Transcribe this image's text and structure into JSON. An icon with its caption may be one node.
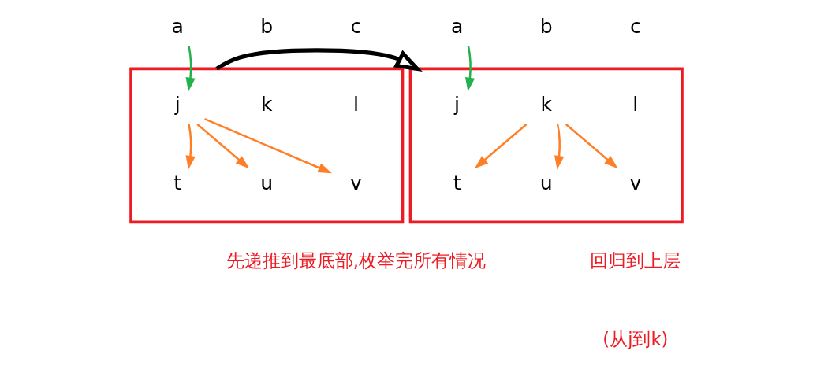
{
  "diagram": {
    "nodes": [
      {
        "text": [
          "a"
        ]
      },
      {
        "text": [
          "b"
        ]
      },
      {
        "text": [
          "c"
        ]
      },
      {
        "text": [],
        "shape": "box",
        "beside": [
          "先递推到最底部,枚举完所有情况"
        ]
      },
      {
        "text": [
          "j"
        ],
        "in": 3
      },
      {
        "text": [
          "k"
        ],
        "in": 3
      },
      {
        "text": [
          "l"
        ],
        "in": 3
      },
      {
        "text": [
          "t"
        ],
        "in": 3
      },
      {
        "text": [
          "u"
        ],
        "in": 3
      },
      {
        "text": [
          "v"
        ],
        "in": 3
      },
      {
        "text": [
          "a"
        ]
      },
      {
        "text": [
          "b"
        ]
      },
      {
        "text": [
          "c"
        ]
      },
      {
        "text": [],
        "shape": "box",
        "beside": [
          "回归到上层",
          "(从j到k)"
        ]
      },
      {
        "text": [
          "j"
        ],
        "in": 13
      },
      {
        "text": [
          "k"
        ],
        "in": 13
      },
      {
        "text": [
          "l"
        ],
        "in": 13
      },
      {
        "text": [
          "t"
        ],
        "in": 13
      },
      {
        "text": [
          "u"
        ],
        "in": 13
      },
      {
        "text": [
          "v"
        ],
        "in": 13
      }
    ],
    "edges": [
      {
        "from": 0,
        "to": 4,
        "arrow": "to",
        "color": "#22b14c"
      },
      {
        "from": 4,
        "to": 7,
        "arrow": "to"
      },
      {
        "from": 4,
        "to": 8,
        "arrow": "to"
      },
      {
        "from": 4,
        "to": 9,
        "arrow": "to"
      },
      {
        "from": 3,
        "to": 13,
        "arrow": "to",
        "style": "thick",
        "color": "#000000"
      },
      {
        "from": 10,
        "to": 14,
        "arrow": "to",
        "color": "#22b14c"
      },
      {
        "from": 15,
        "to": 17,
        "arrow": "to"
      },
      {
        "from": 15,
        "to": 18,
        "arrow": "to"
      },
      {
        "from": 15,
        "to": 19,
        "arrow": "to"
      }
    ]
  }
}
